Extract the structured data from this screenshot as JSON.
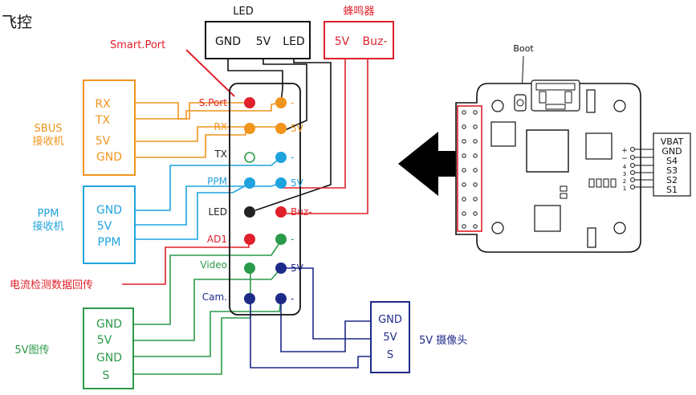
{
  "title_fragment": "飞控",
  "led_title": "LED",
  "led_box": [
    "GND",
    "5V",
    "LED"
  ],
  "buzzer_title": "蜂鸣器",
  "buzzer_box": [
    "5V",
    "Buz-"
  ],
  "smartport_label": "Smart.Port",
  "sbus": {
    "name_line1": "SBUS",
    "name_line2": "接收机",
    "pins": [
      "RX",
      "TX",
      "5V",
      "GND"
    ]
  },
  "ppm": {
    "name_line1": "PPM",
    "name_line2": "接收机",
    "pins": [
      "GND",
      "5V",
      "PPM"
    ]
  },
  "current_label": "电流检测数据回传",
  "vtx": {
    "name": "5V图传",
    "pins": [
      "GND",
      "5V",
      "GND",
      "S"
    ]
  },
  "camera": {
    "name": "5V 摄像头",
    "pins": [
      "GND",
      "5V",
      "S"
    ]
  },
  "pad_labels_left": [
    "S.Port",
    "RX",
    "TX",
    "PPM",
    "LED",
    "AD1",
    "Video",
    "Cam."
  ],
  "pad_labels_right": [
    "-",
    "5V",
    "-",
    "5V",
    "Buz-",
    "-",
    "5V",
    "-"
  ],
  "board": {
    "boot_label": "Boot",
    "connector": [
      "VBAT",
      "GND",
      "S4",
      "S3",
      "S2",
      "S1"
    ],
    "pin_marks": [
      "+",
      "−",
      "4",
      "3",
      "2",
      "1"
    ]
  },
  "colors": {
    "orange": "#f0941d",
    "blue": "#1fa3df",
    "red": "#e0202a",
    "green": "#2b9a48",
    "navy": "#1e2a8a",
    "black": "#222222"
  }
}
